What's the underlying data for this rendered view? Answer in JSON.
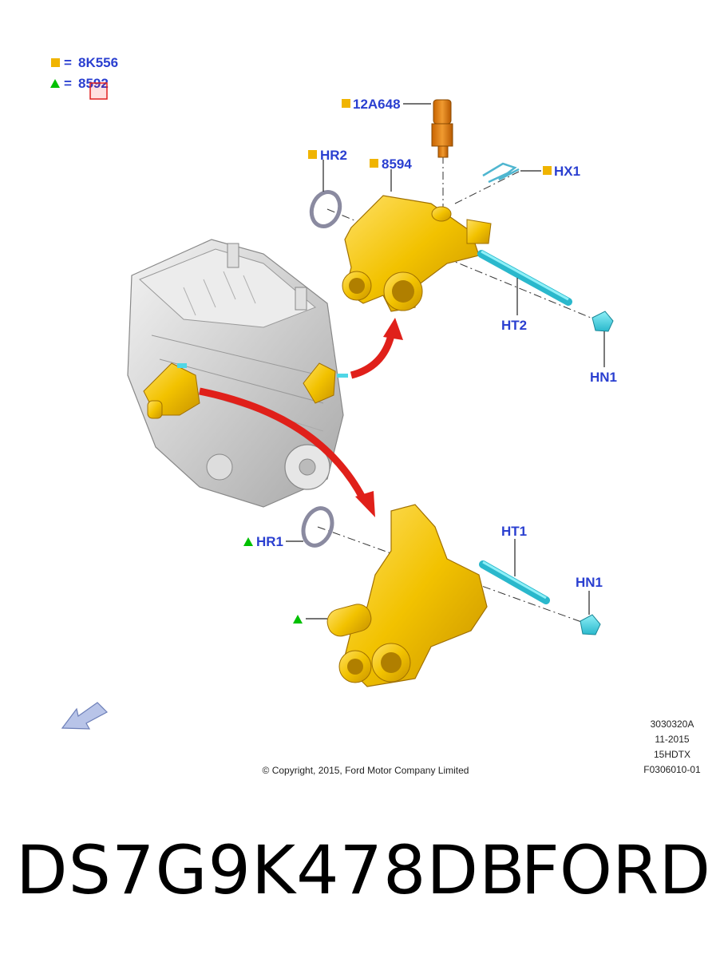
{
  "legend": {
    "square_ref": "8K556",
    "triangle_ref": "8592",
    "equals": "="
  },
  "callouts": {
    "sensor": "12A648",
    "hr2": "HR2",
    "housing_upper": "8594",
    "hx1": "HX1",
    "ht2": "HT2",
    "hn1_upper": "HN1",
    "hr1": "HR1",
    "ht1": "HT1",
    "hn1_lower": "HN1"
  },
  "info_block": {
    "line1": "3030320A",
    "line2": "11-2015",
    "line3": "15HDTX",
    "line4": "F0306010-01"
  },
  "copyright": "© Copyright, 2015, Ford Motor Company Limited",
  "footer": {
    "part_number": "DS7G9K478DB",
    "brand": "FORD"
  },
  "colors": {
    "label_blue": "#2a3fd0",
    "marker_orange": "#f0b400",
    "marker_green": "#00c000",
    "part_yellow": "#f2c200",
    "hose_cyan": "#4fd6e6",
    "arrow_red": "#e0201a",
    "engine_grey": "#d8d8d8"
  },
  "icons": [
    "square-marker-icon",
    "triangle-marker-icon",
    "orientation-arrow-icon"
  ]
}
